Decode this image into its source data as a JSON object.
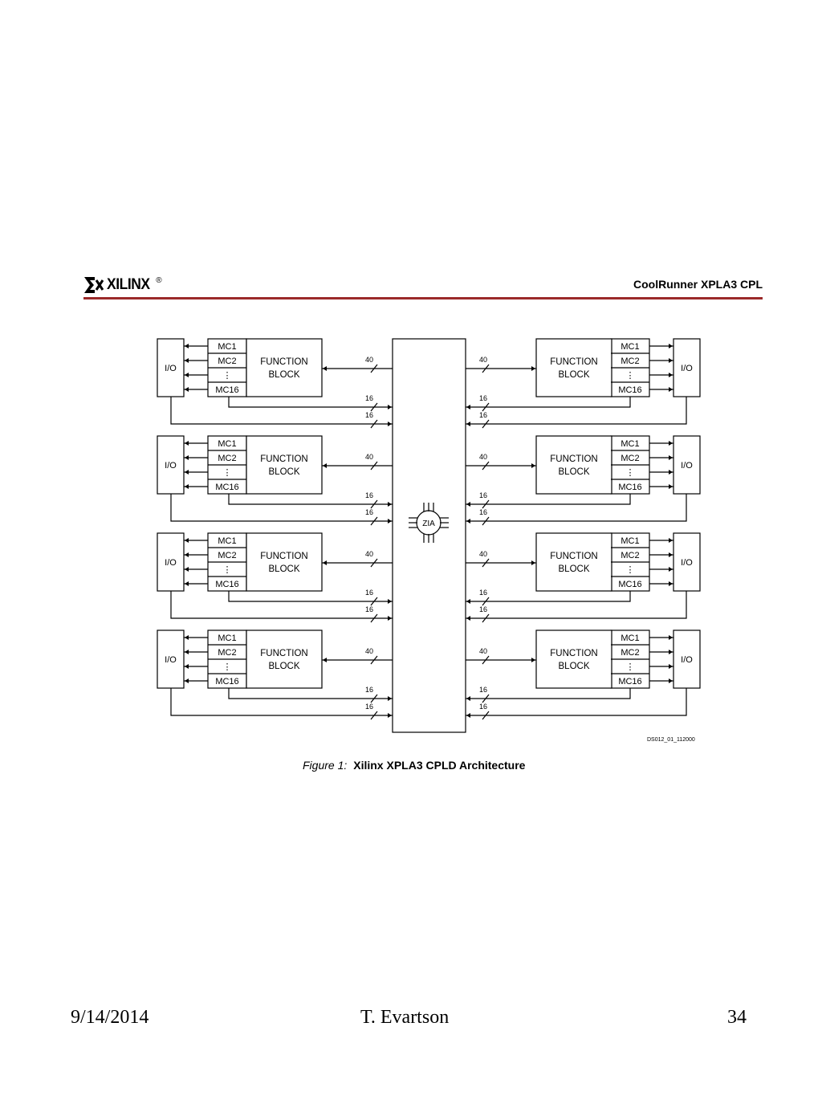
{
  "header": {
    "logo_text": "XILINX",
    "logo_mark": "®",
    "title": "CoolRunner XPLA3 CPL"
  },
  "diagram": {
    "io_label": "I/O",
    "function_block_lines": [
      "FUNCTION",
      "BLOCK"
    ],
    "macrocells": [
      "MC1",
      "MC2",
      "⋮",
      "MC16"
    ],
    "bus_width_main": "40",
    "bus_width_feedback": "16",
    "center_label": "ZIA",
    "doc_id": "DS012_01_112000"
  },
  "caption": {
    "label": "Figure 1:",
    "text": "Xilinx XPLA3 CPLD Architecture"
  },
  "footer": {
    "date": "9/14/2014",
    "author": "T. Evartson",
    "page": "34"
  },
  "colors": {
    "rule": "#9b2a2a",
    "line": "#000000"
  }
}
